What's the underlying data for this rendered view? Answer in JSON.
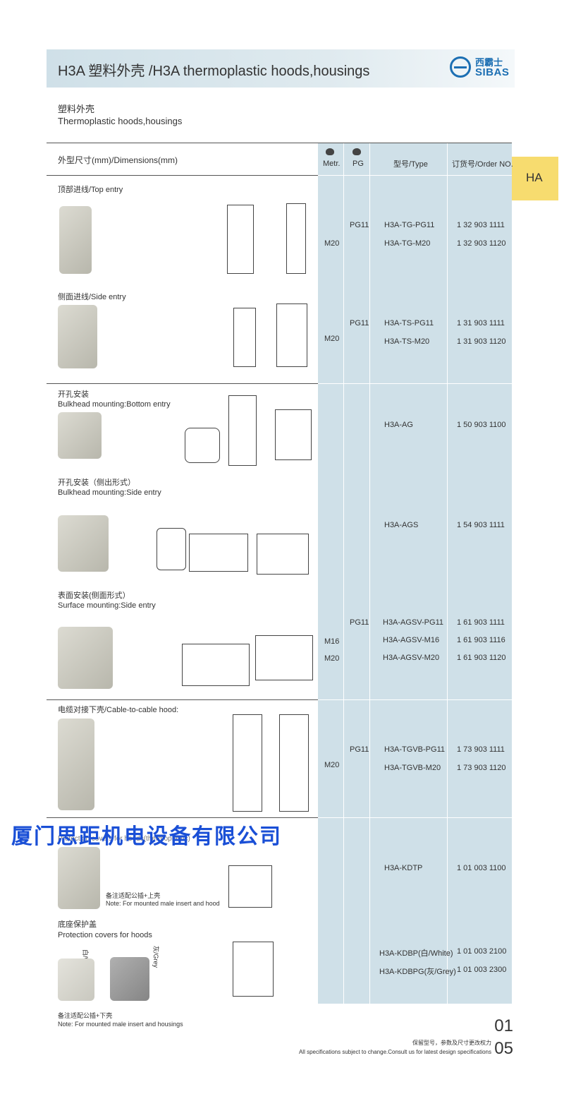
{
  "header": {
    "title": "H3A 塑料外壳 /H3A thermoplastic hoods,housings",
    "logo_cn": "西霸士",
    "logo_en": "SIBAS"
  },
  "subtitle": {
    "cn": "塑料外壳",
    "en": "Thermoplastic hoods,housings"
  },
  "table_header": {
    "dimensions": "外型尺寸(mm)/Dimensions(mm)",
    "metr": "Metr.",
    "pg": "PG",
    "type": "型号/Type",
    "order": "订货号/Order NO."
  },
  "side_tag": "HA",
  "sections": {
    "top_entry": "顶部进线/Top entry",
    "side_entry": "侧面进线/Side entry",
    "bulkhead_bottom_cn": "开孔安装",
    "bulkhead_bottom_en": "Bulkhead mounting:Bottom entry",
    "bulkhead_side_cn": "开孔安装（侧出形式）",
    "bulkhead_side_en": "Bulkhead mounting:Side entry",
    "surface_cn": "表面安装(侧面形式）",
    "surface_en": "Surface mounting:Side entry",
    "cable_hood": "电缆对接下壳/Cable-to-cable hood:",
    "protection_hoods": "Protection covers for hoods(thermoplastic)",
    "protection_housing_cn": "底座保护盖",
    "protection_housing_en": "Protection covers for hoods",
    "note1_cn": "备注适配公插+上壳",
    "note1_en": "Note: For mounted male insert and hood",
    "white": "白/White",
    "grey": "灰/Grey",
    "note2_cn": "备注适配公插+下壳",
    "note2_en": "Note: For mounted male insert and housings"
  },
  "rows": [
    {
      "metr": "M20",
      "pg": "PG11",
      "types": [
        "H3A-TG-PG11",
        "H3A-TG-M20"
      ],
      "orders": [
        "1 32 903 1111",
        "1 32 903 1120"
      ]
    },
    {
      "metr": "M20",
      "pg": "PG11",
      "types": [
        "H3A-TS-PG11",
        "H3A-TS-M20"
      ],
      "orders": [
        "1 31 903 1111",
        "1 31 903 1120"
      ]
    },
    {
      "metr": "",
      "pg": "",
      "types": [
        "H3A-AG"
      ],
      "orders": [
        "1 50 903 1100"
      ]
    },
    {
      "metr": "",
      "pg": "",
      "types": [
        "H3A-AGS"
      ],
      "orders": [
        "1 54 903 1111"
      ]
    },
    {
      "metr": "M16 M20",
      "pg": "PG11",
      "types": [
        "H3A-AGSV-PG11",
        "H3A-AGSV-M16",
        "H3A-AGSV-M20"
      ],
      "orders": [
        "1 61 903 1111",
        "1 61 903 1116",
        "1 61 903 1120"
      ]
    },
    {
      "metr": "M20",
      "pg": "PG11",
      "types": [
        "H3A-TGVB-PG11",
        "H3A-TGVB-M20"
      ],
      "orders": [
        "1 73 903 1111",
        "1 73 903 1120"
      ]
    },
    {
      "metr": "",
      "pg": "",
      "types": [
        "H3A-KDTP"
      ],
      "orders": [
        "1 01 003 1100"
      ]
    },
    {
      "metr": "",
      "pg": "",
      "types": [
        "H3A-KDBP(白/White)",
        "H3A-KDBPG(灰/Grey)"
      ],
      "orders": [
        "1 01 003 2100",
        "1 01 003 2300"
      ]
    }
  ],
  "watermark": "厦门思距机电设备有限公司",
  "page_number": {
    "top": "01",
    "bottom": "05"
  },
  "footer": {
    "cn": "保留型号，参数及尺寸更改权力",
    "en": "All specifications subject to change.Consult us for latest design specifications"
  }
}
